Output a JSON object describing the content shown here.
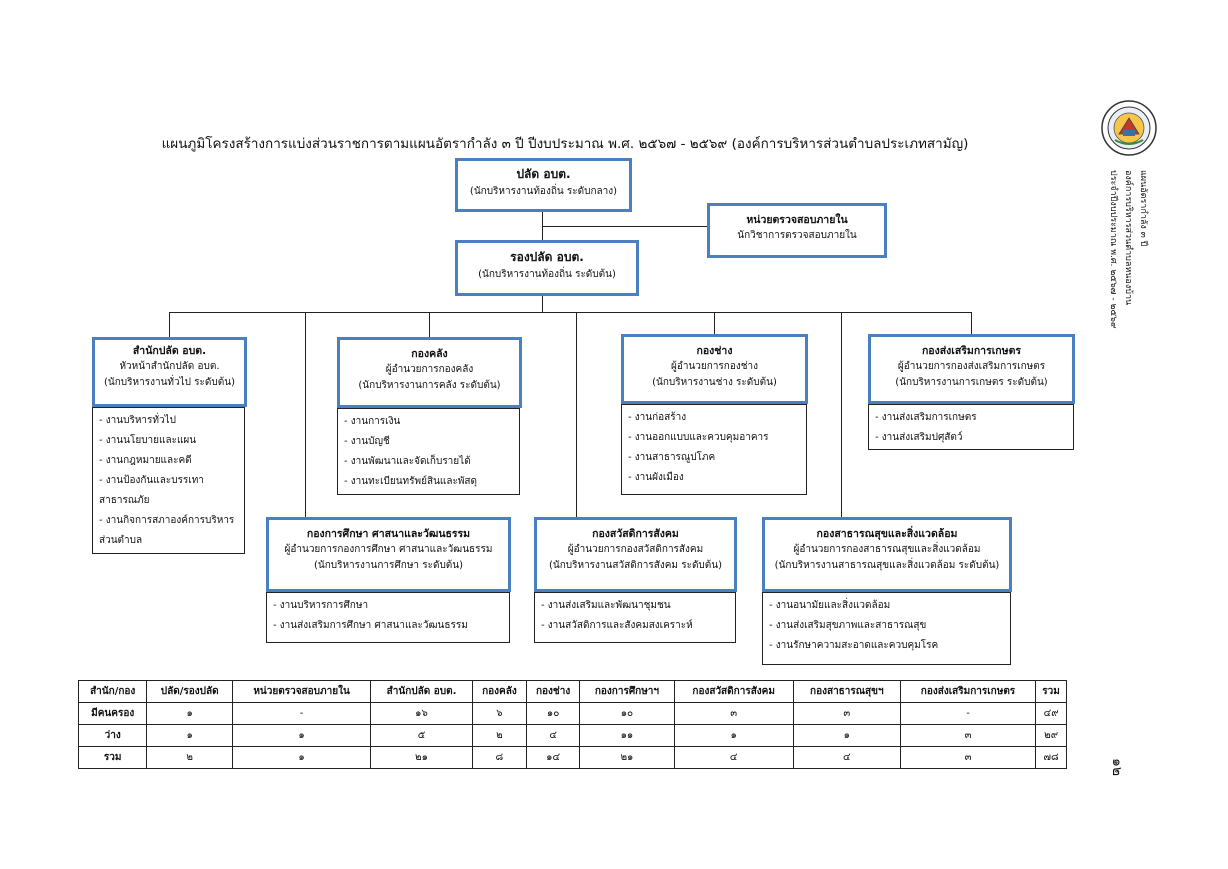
{
  "title": "แผนภูมิโครงสร้างการแบ่งส่วนราชการตามแผนอัตรากำลัง  ๓ ปี ปีงบประมาณ พ.ศ. ๒๕๖๗ - ๒๕๖๙ (องค์การบริหารส่วนตำบลประเภทสามัญ)",
  "top": {
    "palad": {
      "name": "ปลัด อบต.",
      "position": "(นักบริหารงานท้องถิ่น ระดับกลาง)"
    },
    "audit": {
      "name": "หน่วยตรวจสอบภายใน",
      "position": "นักวิชาการตรวจสอบภายใน"
    },
    "deputy": {
      "name": "รองปลัด อบต.",
      "position": "(นักบริหารงานท้องถิ่น ระดับต้น)"
    }
  },
  "units": {
    "office": {
      "name": "สำนักปลัด อบต.",
      "head": "หัวหน้าสำนักปลัด อบต.",
      "position": "(นักบริหารงานทั่วไป ระดับต้น)",
      "tasks": [
        "- งานบริหารทั่วไป",
        "- งานนโยบายและแผน",
        "- งานกฎหมายและคดี",
        "- งานป้องกันและบรรเทาสาธารณภัย",
        "- งานกิจการสภาองค์การบริหารส่วนตำบล"
      ]
    },
    "finance": {
      "name": "กองคลัง",
      "head": "ผู้อำนวยการกองคลัง",
      "position": "(นักบริหารงานการคลัง ระดับต้น)",
      "tasks": [
        "- งานการเงิน",
        "- งานบัญชี",
        "- งานพัฒนาและจัดเก็บรายได้",
        "- งานทะเบียนทรัพย์สินและพัสดุ"
      ]
    },
    "engineering": {
      "name": "กองช่าง",
      "head": "ผู้อำนวยการกองช่าง",
      "position": "(นักบริหารงานช่าง ระดับต้น)",
      "tasks": [
        "- งานก่อสร้าง",
        "- งานออกแบบและควบคุมอาคาร",
        "- งานสาธารณูปโภค",
        "- งานผังเมือง"
      ]
    },
    "agriculture": {
      "name": "กองส่งเสริมการเกษตร",
      "head": "ผู้อำนวยการกองส่งเสริมการเกษตร",
      "position": "(นักบริหารงานการเกษตร ระดับต้น)",
      "tasks": [
        "- งานส่งเสริมการเกษตร",
        "- งานส่งเสริมปศุสัตว์"
      ]
    },
    "education": {
      "name": "กองการศึกษา ศาสนาและวัฒนธรรม",
      "head": "ผู้อำนวยการกองการศึกษา ศาสนาและวัฒนธรรม",
      "position": "(นักบริหารงานการศึกษา ระดับต้น)",
      "tasks": [
        "- งานบริหารการศึกษา",
        "- งานส่งเสริมการศึกษา ศาสนาและวัฒนธรรม"
      ]
    },
    "welfare": {
      "name": "กองสวัสดิการสังคม",
      "head": "ผู้อำนวยการกองสวัสดิการสังคม",
      "position": "(นักบริหารงานสวัสดิการสังคม ระดับต้น)",
      "tasks": [
        "- งานส่งเสริมและพัฒนาชุมชน",
        "- งานสวัสดิการและสังคมสงเคราะห์"
      ]
    },
    "health": {
      "name": "กองสาธารณสุขและสิ่งแวดล้อม",
      "head": "ผู้อำนวยการกองสาธารณสุขและสิ่งแวดล้อม",
      "position": "(นักบริหารงานสาธารณสุขและสิ่งแวดล้อม ระดับต้น)",
      "tasks": [
        "- งานอนามัยและสิ่งแวดล้อม",
        "- งานส่งเสริมสุขภาพและสาธารณสุข",
        "- งานรักษาความสะอาดและควบคุมโรค"
      ]
    }
  },
  "table": {
    "header": [
      "สำนัก/กอง",
      "ปลัด/รองปลัด",
      "หน่วยตรวจสอบภายใน",
      "สำนักปลัด อบต.",
      "กองคลัง",
      "กองช่าง",
      "กองการศึกษาฯ",
      "กองสวัสดิการสังคม",
      "กองสาธารณสุขฯ",
      "กองส่งเสริมการเกษตร",
      "รวม"
    ],
    "rows": [
      [
        "มีคนครอง",
        "๑",
        "-",
        "๑๖",
        "๖",
        "๑๐",
        "๑๐",
        "๓",
        "๓",
        "-",
        "๔๙"
      ],
      [
        "ว่าง",
        "๑",
        "๑",
        "๕",
        "๒",
        "๔",
        "๑๑",
        "๑",
        "๑",
        "๓",
        "๒๙"
      ],
      [
        "รวม",
        "๒",
        "๑",
        "๒๑",
        "๘",
        "๑๔",
        "๒๑",
        "๔",
        "๔",
        "๓",
        "๗๘"
      ]
    ]
  },
  "side_text": {
    "line1": "แผนอัตรากำลัง ๓ ปี",
    "line2": "องค์การบริหารส่วนตำบลหนองบ้าน",
    "line3": "ประจำปีงบประมาณ พ.ศ. ๒๕๖๗ - ๒๕๖๙"
  },
  "page_number": "๑๒",
  "colors": {
    "box_border": "#4a7fc1",
    "line": "#222222"
  },
  "icons": {
    "logo": "organization-seal-icon"
  }
}
